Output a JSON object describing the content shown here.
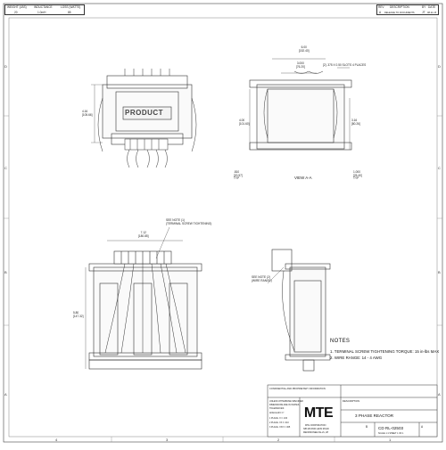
{
  "header_table": {
    "columns": [
      "WEIGHT (LBS)",
      "INDUCTANCE",
      "LOSS (WATTS)"
    ],
    "values": [
      "20",
      "1.0mH",
      "85"
    ]
  },
  "revision_table": {
    "header": [
      "REV",
      "DESCRIPTION",
      "BY",
      "DATE"
    ],
    "row": [
      "A",
      "RELEASE TO DOCUMENTS",
      "JT",
      "08-11-15"
    ]
  },
  "zone_labels": {
    "left": [
      "D",
      "C",
      "B",
      "A"
    ],
    "right": [
      "D",
      "C",
      "B",
      "A"
    ],
    "bottom": [
      "4",
      "3",
      "2",
      "1"
    ]
  },
  "product_label": "PRODUCT",
  "dimensions": {
    "top_width": "6.00\n[152.40]",
    "inner_width": "3.000\n[76.20]",
    "slots": "[2] .375 X 0.50 SLOTS 4 PLACES",
    "left_height": "4.16\n[105.66]",
    "center_height": "4.00\n[101.60]",
    "right_height": "3.16\n[80.26]",
    "side_left": ".810\n[20.57]\nTYP",
    "side_right": "1.000\n[25.40]\nTYP",
    "front_width": "7.12\n[180.85]",
    "front_height": "5.80\n[147.32]"
  },
  "view_label": "VIEW A-A",
  "callouts": {
    "note1": "SEE NOTE (1)\n(TERMINAL SCREW TIGHTENING)",
    "note2": "SEE NOTE (2)\n(WIRE RANGE)"
  },
  "notes": {
    "title": "NOTES",
    "items": [
      "1.  TERMINAL SCREW TIGHTENING TORQUE:  15 in-lbs MAX",
      "2.  WIRE RANGE:  14 - 4 AWG"
    ]
  },
  "title_block": {
    "logo": "MTE",
    "description_label": "DESCRIPTION",
    "description": "3 PHASE REACTOR",
    "part_number": "CD RL-02503",
    "rev": "A",
    "size": "B",
    "proprietary": "CONFIDENTIAL AND PROPRIETARY INFORMATION",
    "company_lines": [
      "MTE CORPORATION",
      "N83 W13330 LEON ROAD",
      "MENOMONEE FALLS, WI"
    ],
    "tolerances": [
      "UNLESS OTHERWISE SPECIFIED",
      "DIMENSIONS ARE IN INCHES",
      "TOLERANCES:",
      "ANGULAR ± 1°",
      "1 PLACE .X ± .100",
      "2 PLACE .XX ± .010",
      "3 PLACE .XXX ± .005"
    ],
    "scale_note": "SCALE 1:1   SHEET 1 OF 1"
  }
}
